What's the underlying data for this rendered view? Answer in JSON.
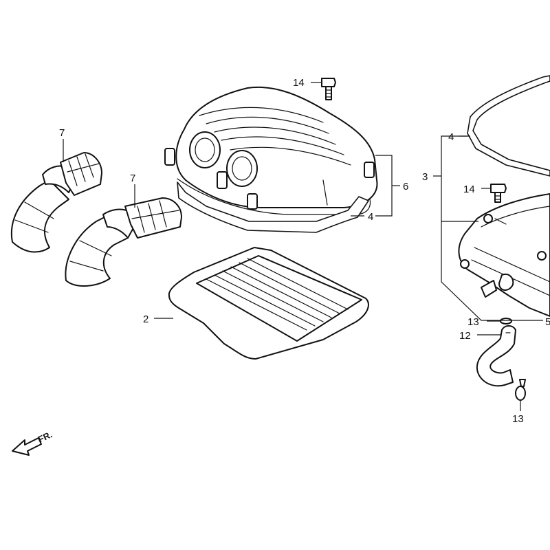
{
  "callouts": {
    "n14_top": "14",
    "n14_right": "14",
    "n7_left": "7",
    "n7_right": "7",
    "n6": "6",
    "n4_top_left": "4",
    "n4_right": "4",
    "n3": "3",
    "n2": "2",
    "n13_top": "13",
    "n12": "12",
    "n13_bottom": "13",
    "n5_partial": "5"
  },
  "direction": {
    "label": "FR."
  }
}
